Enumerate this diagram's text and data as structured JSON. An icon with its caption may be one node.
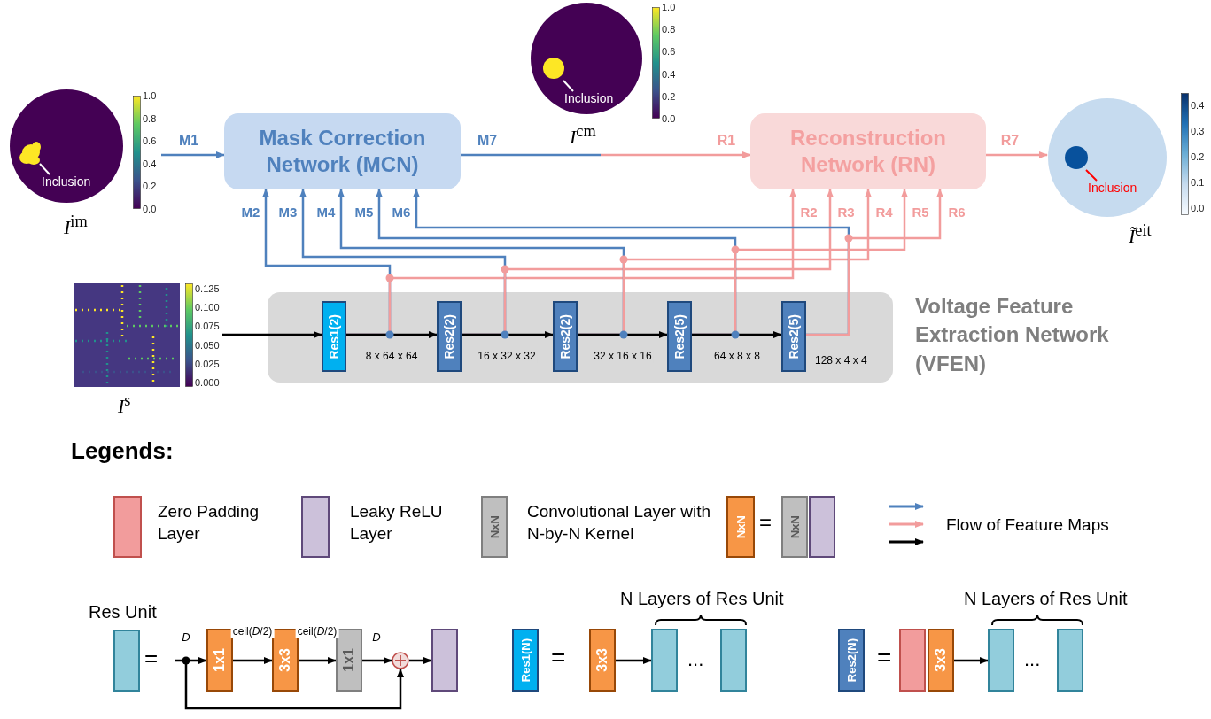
{
  "diagram": {
    "nodes": [
      {
        "text": [],
        "shape": "picture",
        "beside": [
          "*I*$^{im}$"
        ]
      },
      {
        "text": [
          "Inclusion"
        ],
        "in": 0
      },
      {
        "text": [
          "Mask Correction Network (MCN)"
        ]
      },
      {
        "text": [],
        "shape": "picture",
        "beside": [
          "*I*$^{cm}$"
        ]
      },
      {
        "text": [
          "Inclusion"
        ],
        "in": 3
      },
      {
        "text": [
          "Reconstruction Network (RN)"
        ]
      },
      {
        "text": [],
        "shape": "picture",
        "beside": [
          "*Ĩ*$^{eit}$"
        ]
      },
      {
        "text": [
          "Inclusion"
        ],
        "in": 6
      },
      {
        "text": [],
        "shape": "picture",
        "beside": [
          "*I*$^{s}$"
        ]
      },
      {
        "text": [
          "Voltage Feature Extraction Network (VFEN)"
        ]
      },
      {
        "text": [
          "Res1(2)"
        ],
        "in": 9
      },
      {
        "text": [
          "Res2(2)"
        ],
        "in": 9
      },
      {
        "text": [
          "Res2(2)"
        ],
        "in": 9
      },
      {
        "text": [
          "Res2(5)"
        ],
        "in": 9
      },
      {
        "text": [
          "Res2(5)"
        ],
        "in": 9,
        "beside": [
          "128 x 4 x 4"
        ]
      },
      {
        "text": [
          "NxN"
        ]
      },
      {
        "text": [
          "NxN"
        ]
      },
      {
        "text": [],
        "shape": "box"
      },
      {
        "text": [
          "Res Unit"
        ]
      },
      {
        "text": [
          "1x1"
        ]
      },
      {
        "text": [
          "3x3"
        ]
      },
      {
        "text": [
          "1x1"
        ]
      },
      {
        "text": [],
        "shape": "circle"
      },
      {
        "text": [],
        "shape": "box"
      },
      {
        "text": [
          "Res1(N)"
        ]
      },
      {
        "text": [
          "3x3"
        ]
      },
      {
        "text": [],
        "shape": "box"
      },
      {
        "text": [],
        "shape": "box"
      },
      {
        "text": [
          "Res2(N)"
        ]
      },
      {
        "text": [],
        "shape": "box"
      },
      {
        "text": [
          "3x3"
        ]
      },
      {
        "text": [],
        "shape": "box"
      },
      {
        "text": [],
        "shape": "box"
      }
    ],
    "edges": [
      {
        "from": 1,
        "to": null,
        "arrow": "none",
        "color": "#ffffff"
      },
      {
        "from": 0,
        "to": 2,
        "arrow": "to",
        "label": "M1",
        "color": "#4f81bd"
      },
      {
        "from": 4,
        "to": null,
        "arrow": "none",
        "color": "#ffffff"
      },
      {
        "from": 2,
        "to": 3,
        "arrow": "none",
        "label": "M7",
        "color": "#4f81bd"
      },
      {
        "from": 3,
        "to": 5,
        "arrow": "to",
        "label": "R1",
        "color": "#f29c9c"
      },
      {
        "from": 5,
        "to": 6,
        "arrow": "to",
        "label": "R7",
        "color": "#f29c9c"
      },
      {
        "from": 7,
        "to": null,
        "arrow": "none",
        "color": "#ff0000"
      },
      {
        "from": 8,
        "to": 10,
        "arrow": "to",
        "color": "#000000"
      },
      {
        "from": 10,
        "to": 11,
        "arrow": "to",
        "label": "8 x 64 x 64",
        "color": "#000000"
      },
      {
        "from": 11,
        "to": 12,
        "arrow": "to",
        "label": "16 x 32 x 32",
        "color": "#000000"
      },
      {
        "from": 12,
        "to": 13,
        "arrow": "to",
        "label": "32 x 16 x 16",
        "color": "#000000"
      },
      {
        "from": 13,
        "to": 14,
        "arrow": "to",
        "label": "64 x 8 x 8",
        "color": "#000000"
      },
      {
        "from": 10,
        "to": 2,
        "arrow": "to",
        "label": "M2",
        "color": "#4f81bd"
      },
      {
        "from": 10,
        "to": 5,
        "arrow": "to",
        "label": "R2",
        "color": "#f29c9c"
      },
      {
        "from": 11,
        "to": 2,
        "arrow": "to",
        "label": "M3",
        "color": "#4f81bd"
      },
      {
        "from": 11,
        "to": 5,
        "arrow": "to",
        "label": "R3",
        "color": "#f29c9c"
      },
      {
        "from": 12,
        "to": 2,
        "arrow": "to",
        "label": "M4",
        "color": "#4f81bd"
      },
      {
        "from": 12,
        "to": 5,
        "arrow": "to",
        "label": "R4",
        "color": "#f29c9c"
      },
      {
        "from": 13,
        "to": 2,
        "arrow": "to",
        "label": "M5",
        "color": "#4f81bd"
      },
      {
        "from": 13,
        "to": 5,
        "arrow": "to",
        "label": "R5",
        "color": "#f29c9c"
      },
      {
        "from": 14,
        "to": 2,
        "arrow": "to",
        "label": "M6",
        "color": "#4f81bd"
      },
      {
        "from": 14,
        "to": 5,
        "arrow": "to",
        "label": "R6",
        "color": "#f29c9c"
      },
      {
        "from": null,
        "to": 19,
        "arrow": "to",
        "label": "D",
        "color": "#000000"
      },
      {
        "from": 19,
        "to": 20,
        "arrow": "to",
        "label": "ceil(*D*/2)",
        "color": "#000000"
      },
      {
        "from": 20,
        "to": 21,
        "arrow": "to",
        "label": "ceil(*D*/2)",
        "color": "#000000"
      },
      {
        "from": 21,
        "to": 22,
        "arrow": "to",
        "label": "D",
        "color": "#000000"
      },
      {
        "from": null,
        "to": 22,
        "arrow": "to",
        "color": "#000000"
      },
      {
        "from": 22,
        "to": 23,
        "arrow": "to",
        "color": "#000000"
      },
      {
        "from": 25,
        "to": 26,
        "arrow": "to",
        "color": "#000000"
      },
      {
        "from": 30,
        "to": 31,
        "arrow": "to",
        "color": "#000000"
      }
    ],
    "labels": [
      "1.0",
      "0.8",
      "0.6",
      "0.4",
      "0.2",
      "0.0",
      "1.0",
      "0.8",
      "0.6",
      "0.4",
      "0.2",
      "0.0",
      "0.4",
      "0.3",
      "0.2",
      "0.1",
      "0.0",
      "0.125",
      "0.100",
      "0.075",
      "0.050",
      "0.025",
      "0.000",
      "Legends:",
      "NxN",
      "=",
      "N Layers of Res Unit",
      "N Layers of Res Unit",
      "=",
      "=",
      "...",
      "=",
      "..."
    ],
    "legend": [
      {
        "text": "Zero Padding Layer",
        "color": "#f29c9c"
      },
      {
        "text": "Leaky ReLU Layer",
        "color": "#ccc1da"
      },
      {
        "text": "Convolutional Layer with N-by-N Kernel"
      },
      {
        "text": "Flow of Feature Maps"
      }
    ]
  }
}
